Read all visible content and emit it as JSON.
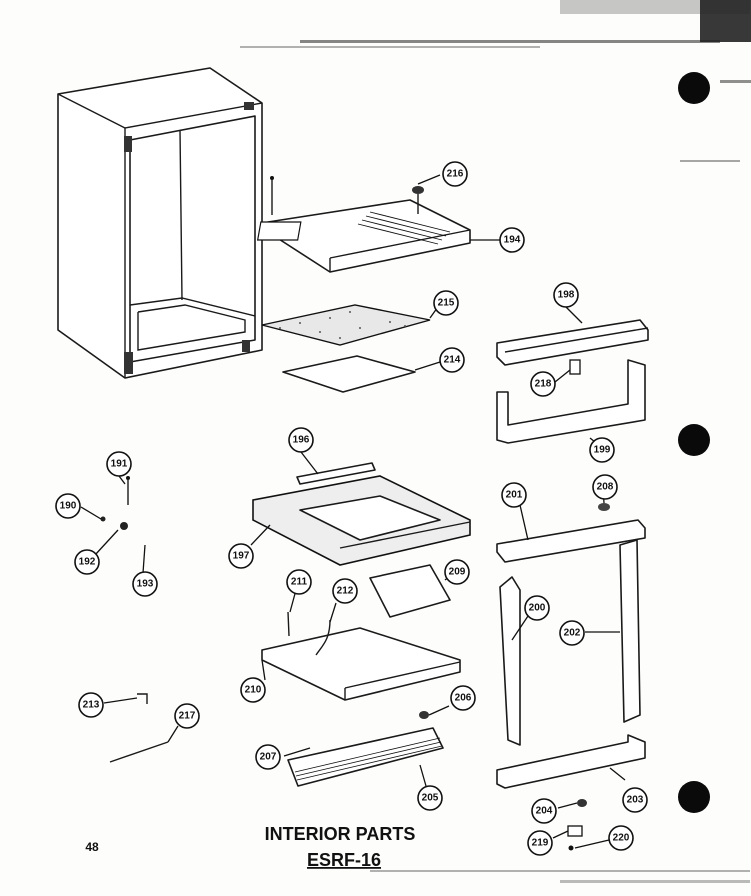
{
  "title": "INTERIOR PARTS",
  "subtitle": "ESRF-16",
  "page_number": "48",
  "callouts": [
    "216",
    "194",
    "215",
    "214",
    "198",
    "218",
    "199",
    "196",
    "191",
    "190",
    "192",
    "193",
    "197",
    "201",
    "208",
    "209",
    "211",
    "212",
    "200",
    "202",
    "210",
    "213",
    "217",
    "206",
    "207",
    "205",
    "204",
    "203",
    "219",
    "220"
  ],
  "hole_punch_color": "#0a0a0a"
}
